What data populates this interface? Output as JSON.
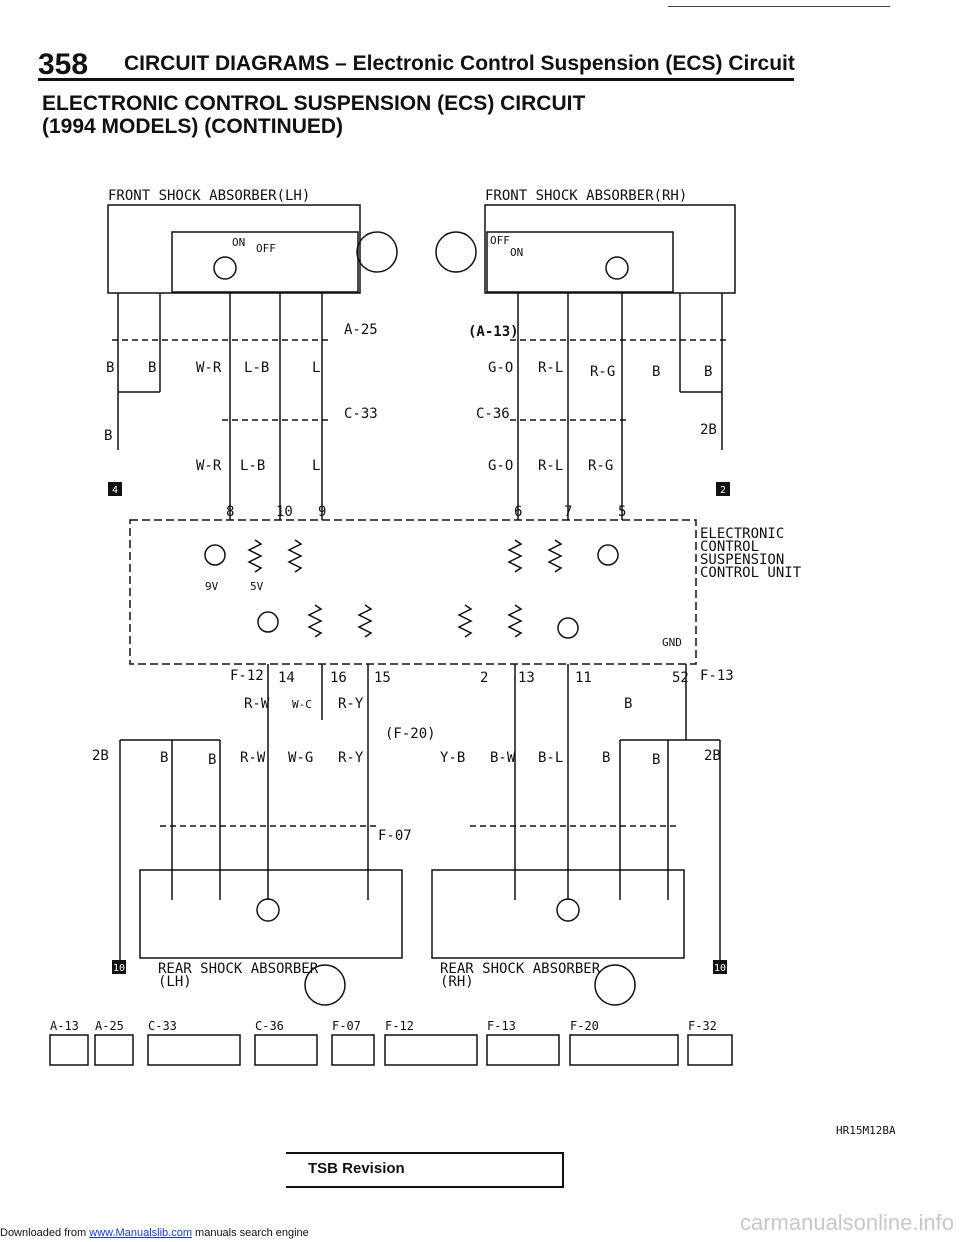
{
  "header": {
    "page_number": "358",
    "title": "CIRCUIT DIAGRAMS – Electronic Control Suspension (ECS) Circuit"
  },
  "main_title": {
    "line1": "ELECTRONIC CONTROL SUSPENSION (ECS) CIRCUIT",
    "line2": "(1994 MODELS) (CONTINUED)"
  },
  "diagram": {
    "front_lh_label": "FRONT SHOCK ABSORBER(LH)",
    "front_rh_label": "FRONT SHOCK ABSORBER(RH)",
    "rear_lh_label_1": "REAR SHOCK ABSORBER",
    "rear_lh_label_2": "(LH)",
    "rear_rh_label_1": "REAR SHOCK ABSORBER",
    "rear_rh_label_2": "(RH)",
    "ecu_label": [
      "ELECTRONIC",
      "CONTROL",
      "SUSPENSION",
      "CONTROL UNIT"
    ],
    "connectors": {
      "a25": "A-25",
      "c33": "C-33",
      "a13": "(A-13)",
      "c36": "C-36",
      "f12": "F-12",
      "f13": "F-13",
      "f20": "(F-20)",
      "f07": "F-07"
    },
    "wire_colors_top_lh": [
      "B",
      "B",
      "W-R",
      "L-B",
      "L"
    ],
    "wire_colors_top_rh": [
      "G-O",
      "R-L",
      "R-G",
      "B",
      "B"
    ],
    "wire_colors_mid_lh": [
      "W-R",
      "L-B",
      "L"
    ],
    "wire_colors_mid_rh": [
      "G-O",
      "R-L",
      "R-G"
    ],
    "wire_colors_bottom": [
      "R-W",
      "W-C",
      "R-Y"
    ],
    "wire_colors_bottom2": [
      "B",
      "B",
      "R-W",
      "W-G",
      "R-Y",
      "Y-B",
      "B-W",
      "B-L",
      "B",
      "B"
    ],
    "ground_labels": [
      "B",
      "2B",
      "2B",
      "2B",
      "B"
    ],
    "ground_markers": [
      "4",
      "2",
      "10",
      "10"
    ],
    "ecu_pins_top": [
      "8",
      "10",
      "9",
      "6",
      "7",
      "5"
    ],
    "ecu_pins_bottom": [
      "14",
      "16",
      "15",
      "2",
      "13",
      "11",
      "52"
    ],
    "switch_states": [
      "ON",
      "OFF",
      "ON",
      "OFF"
    ],
    "voltage_marks": [
      "9V",
      "5V",
      "GND"
    ],
    "panel_connectors": [
      "A-13",
      "A-25",
      "C-33",
      "C-36",
      "F-07",
      "F-12",
      "F-13",
      "F-20",
      "F-32"
    ]
  },
  "figure_id": "HR15M12BA",
  "tsb_label": "TSB Revision",
  "footer": {
    "prefix": "Downloaded from ",
    "link": "www.Manualslib.com",
    "suffix": " manuals search engine"
  },
  "watermark": "carmanualsonline.info"
}
